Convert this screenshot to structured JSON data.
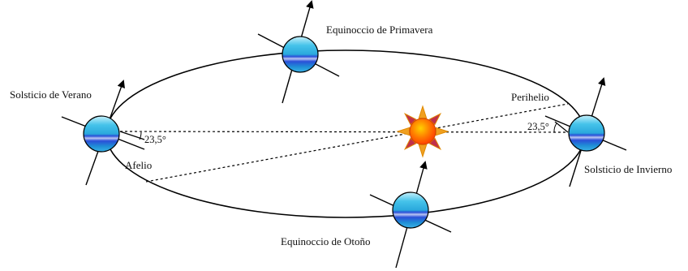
{
  "labels": {
    "spring_equinox": "Equinoccio  de Primavera",
    "summer_solstice": "Solsticio de Verano",
    "winter_solstice": "Solsticio de Invierno",
    "autumn_equinox": "Equinoccio de Otoño",
    "aphelion": "Afelio",
    "perihelion": "Perihelio",
    "tilt_left": "23,5°",
    "tilt_right": "23,5°"
  },
  "colors": {
    "orbit": "#000000",
    "planet_light": "#9fe0f3",
    "planet_mid": "#2fb6e0",
    "planet_band": "#1a3fd6",
    "planet_band_light": "#a9b6f0",
    "sun_core": "#ff5a00",
    "sun_glow": "#ffd400",
    "sun_ray_outer": "#f0a020",
    "sun_ray_inner": "#c0304a"
  },
  "icons": {
    "sun": "sun-icon",
    "planet": "earth-icon"
  }
}
